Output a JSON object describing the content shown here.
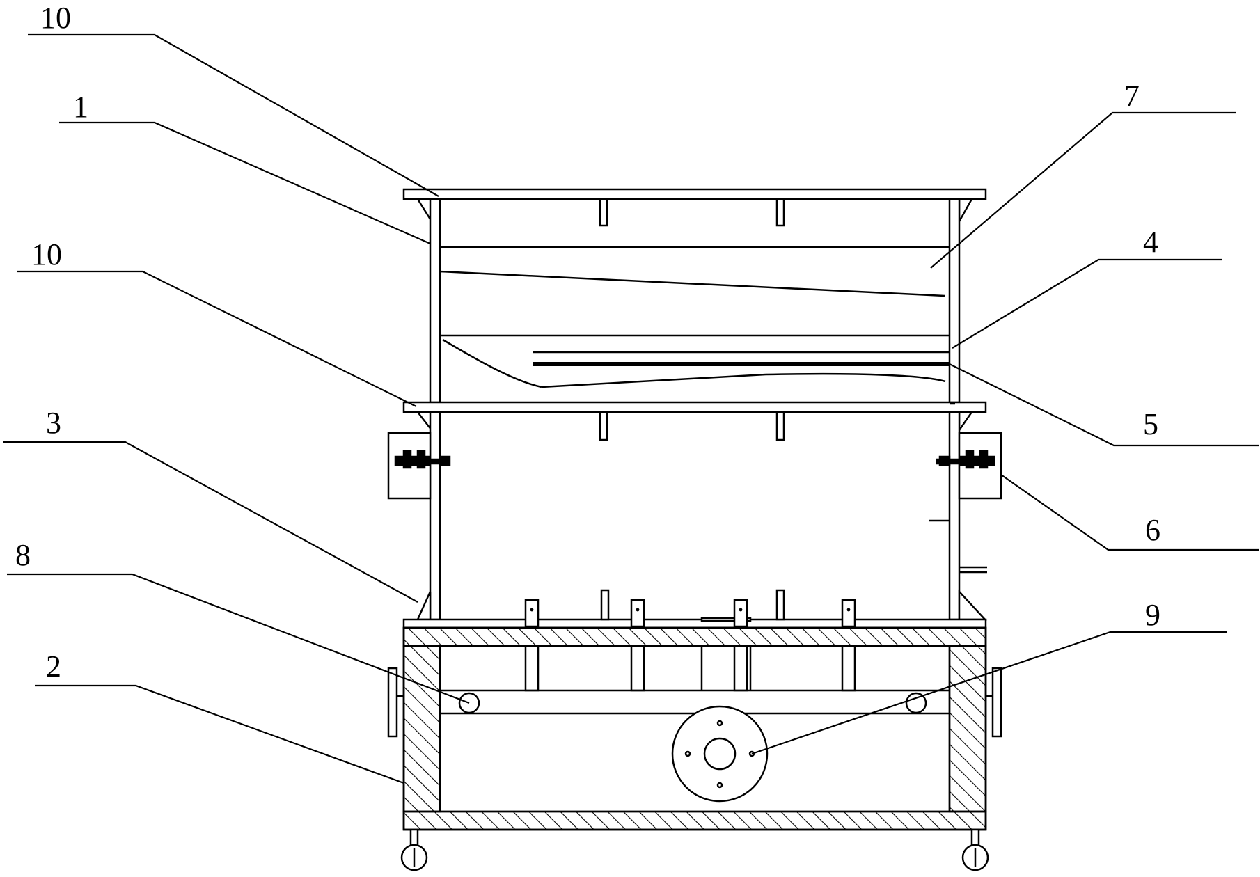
{
  "diagram": {
    "stroke_color": "#000000",
    "background": "#ffffff",
    "labels": {
      "top_plate_left": "10",
      "upper_frame": "1",
      "middle_plate_left": "10",
      "support_column": "3",
      "upper_guide_roller": "8",
      "base_box": "2",
      "top_right_panel": "7",
      "upper_guide_rail": "4",
      "lower_guide_rail": "5",
      "side_clamp_box": "6",
      "drive_wheel": "9"
    }
  }
}
